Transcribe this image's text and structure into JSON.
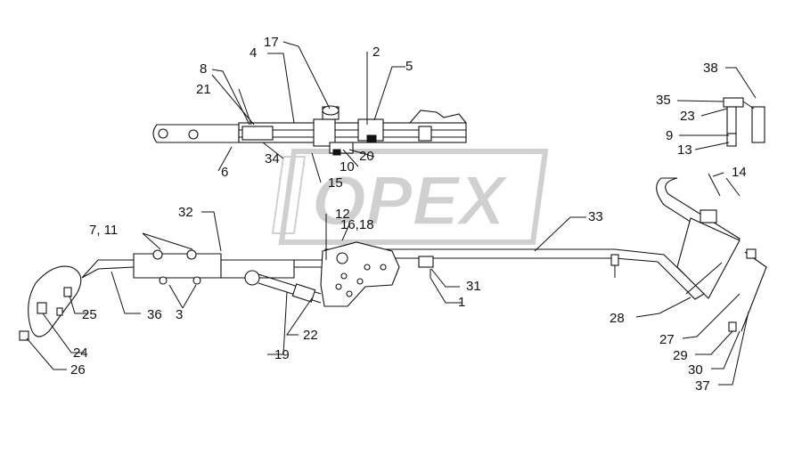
{
  "watermark": {
    "text": "OPEX",
    "color": "#cfcfcf"
  },
  "callouts": [
    {
      "id": "c17",
      "text": "17"
    },
    {
      "id": "c4",
      "text": "4"
    },
    {
      "id": "c2",
      "text": "2"
    },
    {
      "id": "c5",
      "text": "5"
    },
    {
      "id": "c8",
      "text": "8"
    },
    {
      "id": "c21",
      "text": "21"
    },
    {
      "id": "c6",
      "text": "6"
    },
    {
      "id": "c34",
      "text": "34"
    },
    {
      "id": "c20",
      "text": "20"
    },
    {
      "id": "c10",
      "text": "10"
    },
    {
      "id": "c15",
      "text": "15"
    },
    {
      "id": "c12",
      "text": "12"
    },
    {
      "id": "c1618",
      "text": "16,18"
    },
    {
      "id": "c32",
      "text": "32"
    },
    {
      "id": "c711",
      "text": "7, 11"
    },
    {
      "id": "c33",
      "text": "33"
    },
    {
      "id": "c38",
      "text": "38"
    },
    {
      "id": "c35",
      "text": "35"
    },
    {
      "id": "c23",
      "text": "23"
    },
    {
      "id": "c9",
      "text": "9"
    },
    {
      "id": "c13",
      "text": "13"
    },
    {
      "id": "c14",
      "text": "14"
    },
    {
      "id": "c31",
      "text": "31"
    },
    {
      "id": "c1",
      "text": "1"
    },
    {
      "id": "c28",
      "text": "28"
    },
    {
      "id": "c27",
      "text": "27"
    },
    {
      "id": "c29",
      "text": "29"
    },
    {
      "id": "c30",
      "text": "30"
    },
    {
      "id": "c37",
      "text": "37"
    },
    {
      "id": "c25",
      "text": "25"
    },
    {
      "id": "c36",
      "text": "36"
    },
    {
      "id": "c3",
      "text": "3"
    },
    {
      "id": "c24",
      "text": "24"
    },
    {
      "id": "c26",
      "text": "26"
    },
    {
      "id": "c22",
      "text": "22"
    },
    {
      "id": "c19",
      "text": "19"
    }
  ]
}
